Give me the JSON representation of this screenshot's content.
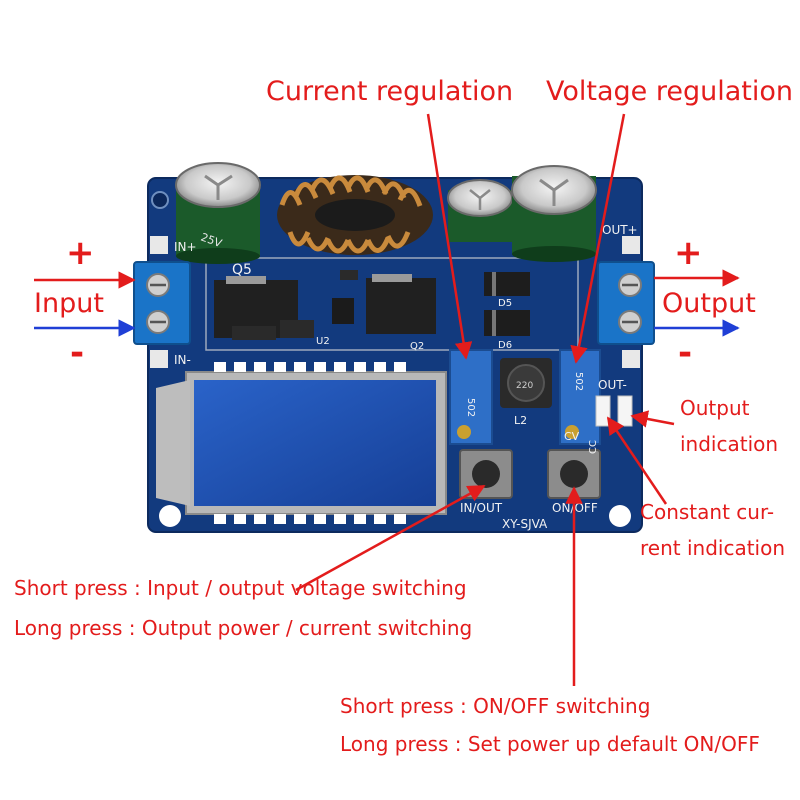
{
  "annotations": {
    "current_regulation": "Current regulation",
    "voltage_regulation": "Voltage regulation",
    "input": "Input",
    "output": "Output",
    "input_plus": "+",
    "input_minus": "-",
    "output_plus": "+",
    "output_minus": "-",
    "output_indication_line1": "Output",
    "output_indication_line2": "indication",
    "cc_indication_line1": "Constant cur-",
    "cc_indication_line2": "rent indication",
    "inout_short": "Short press : Input / output voltage switching",
    "inout_long": "Long press : Output power / current switching",
    "onoff_short": "Short press : ON/OFF switching",
    "onoff_long": "Long press : Set power up default ON/OFF"
  },
  "board": {
    "in_plus": "IN+",
    "in_minus": "IN-",
    "out_plus": "OUT+",
    "out_minus": "OUT-",
    "cc": "CC",
    "cv": "CV",
    "q5": "Q5",
    "q2": "Q2",
    "u2": "U2",
    "d5": "D5",
    "d6": "D6",
    "l2": "L2",
    "btn_inout": "IN/OUT",
    "btn_onoff": "ON/OFF",
    "model": "XY-SJVA",
    "pot_code": "502",
    "inductor_code": "220"
  },
  "colors": {
    "annotation": "#e31c1c",
    "input_arrow_minus": "#1f3fd6",
    "pcb": "#123a7e",
    "terminal": "#1a74c8",
    "lcd": "#1f4fb0"
  }
}
